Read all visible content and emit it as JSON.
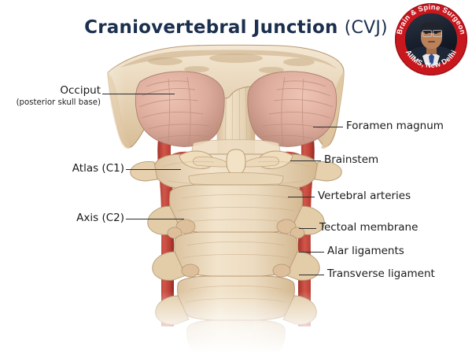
{
  "title": {
    "main": "Craniovertebral Junction",
    "abbrev": "(CVJ)"
  },
  "badge": {
    "top_text": "Brain & Spine Surgeon",
    "bottom_text": "AIIMS, New Delhi",
    "ring_color": "#c8181e",
    "text_color": "#ffffff",
    "portrait_alt": "surgeon-portrait"
  },
  "colors": {
    "title": "#1b2f4e",
    "label": "#1a1a1a",
    "leader": "#2b2b2b",
    "background": "#ffffff",
    "bone": "#e8d4b4",
    "bone_light": "#f3e6d0",
    "bone_shadow": "#c9ac85",
    "cerebellum": "#dfae9f",
    "cerebellum_shade": "#c89182",
    "artery": "#c8453a",
    "artery_dark": "#a8332c",
    "membrane": "#ecdcc2"
  },
  "labels_left": [
    {
      "id": "occiput",
      "text": "Occiput",
      "sub": "(posterior skull base)"
    },
    {
      "id": "atlas-c1",
      "text": "Atlas (C1)",
      "sub": ""
    },
    {
      "id": "axis-c2",
      "text": "Axis (C2)",
      "sub": ""
    }
  ],
  "labels_right": [
    {
      "id": "foramen-magnum",
      "text": "Foramen magnum"
    },
    {
      "id": "brainstem",
      "text": "Brainstem"
    },
    {
      "id": "vertebral-arteries",
      "text": "Vertebral arteries"
    },
    {
      "id": "tectoal-membrane",
      "text": "Tectoal membrane"
    },
    {
      "id": "alar-ligaments",
      "text": "Alar ligaments"
    },
    {
      "id": "transverse-ligament",
      "text": "Transverse ligament"
    }
  ]
}
